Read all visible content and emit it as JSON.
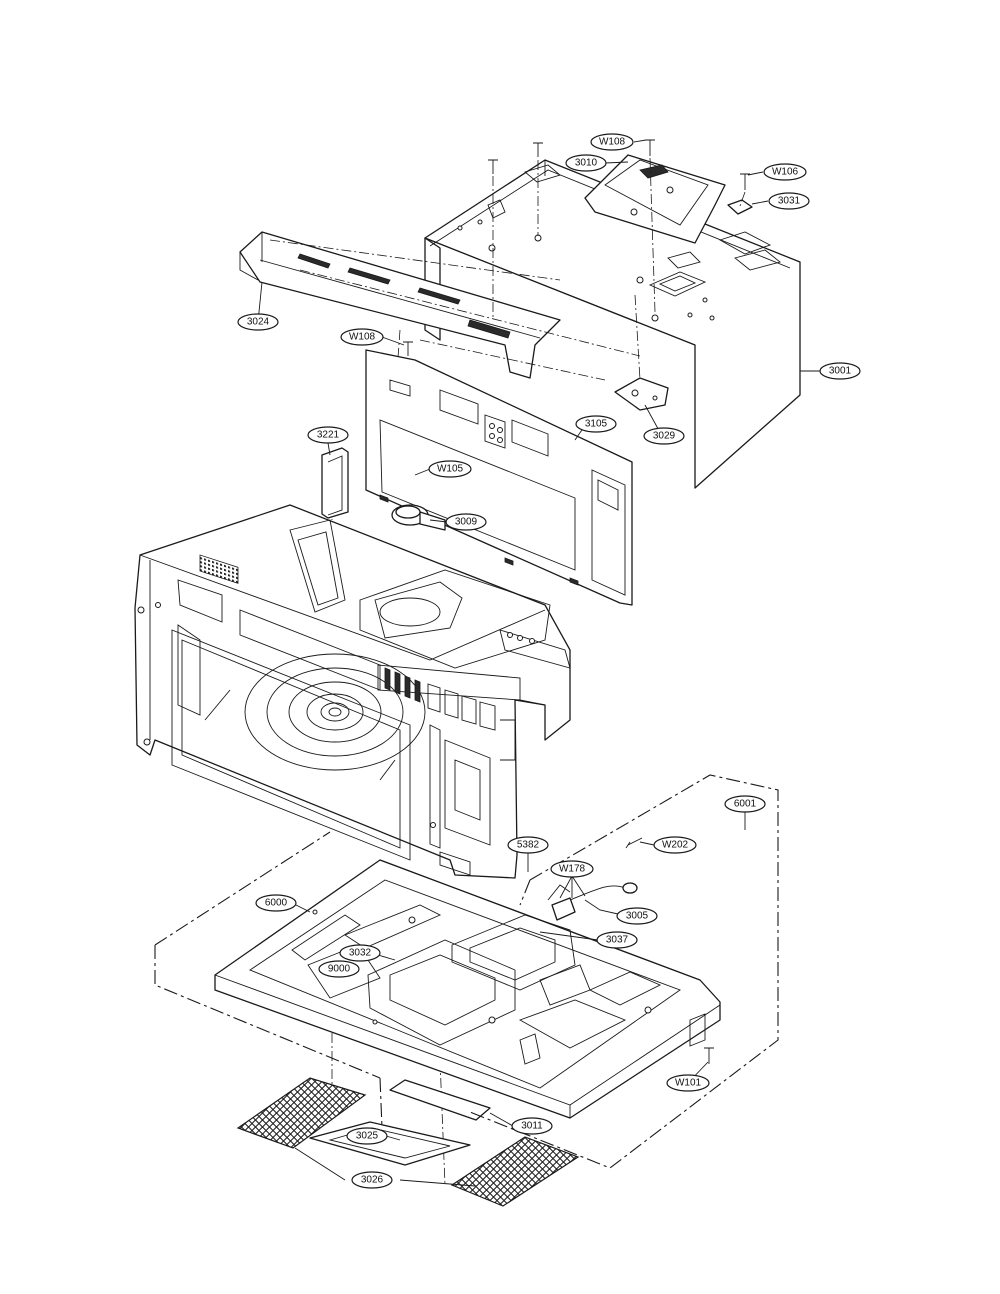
{
  "callouts": {
    "w108_top": "W108",
    "c3010": "3010",
    "w106": "W106",
    "c3031": "3031",
    "c3024": "3024",
    "w108_mid": "W108",
    "c3001": "3001",
    "c3221": "3221",
    "c3105": "3105",
    "w105": "W105",
    "c3029": "3029",
    "c3009": "3009",
    "c6001": "6001",
    "c5382": "5382",
    "w202": "W202",
    "w178": "W178",
    "c3005": "3005",
    "c6000": "6000",
    "c3037": "3037",
    "c3032": "3032",
    "c9000": "9000",
    "w101": "W101",
    "c3011": "3011",
    "c3025": "3025",
    "c3026": "3026"
  },
  "colors": {
    "line": "#1a1a1a",
    "background": "#ffffff"
  }
}
